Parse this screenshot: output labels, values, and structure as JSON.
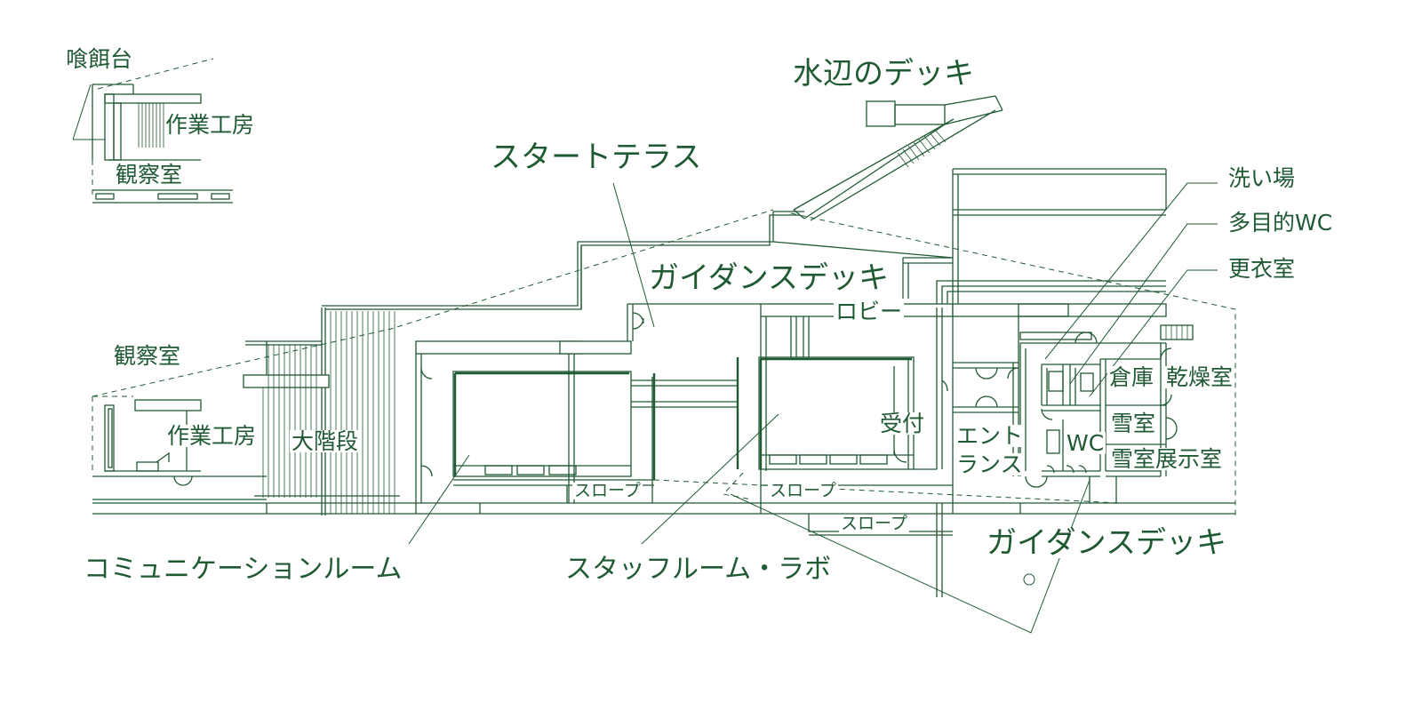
{
  "colors": {
    "ink": "#1f5a33",
    "paper": "#ffffff"
  },
  "labels": {
    "feeding_platform": "喰餌台",
    "workshop_top": "作業工房",
    "observation_top": "観察室",
    "waterside_deck": "水辺のデッキ",
    "start_terrace": "スタートテラス",
    "guidance_deck_top": "ガイダンスデッキ",
    "lobby": "ロビー",
    "wash_area": "洗い場",
    "multipurpose_wc": "多目的WC",
    "changing_room": "更衣室",
    "storage": "倉庫",
    "drying_room": "乾燥室",
    "snow_room": "雪室",
    "wc": "WC",
    "snow_exhibit": "雪室展示室",
    "observation_bottom": "観察室",
    "workshop_bottom": "作業工房",
    "grand_stairs": "大階段",
    "reception": "受付",
    "entrance_line1": "エント",
    "entrance_line2": "ランス",
    "slope_1": "スロープ",
    "slope_2": "スロープ",
    "slope_3": "スロープ",
    "communication_room": "コミュニケーションルーム",
    "staff_room_lab": "スタッフルーム・ラボ",
    "guidance_deck_bottom": "ガイダンスデッキ"
  }
}
